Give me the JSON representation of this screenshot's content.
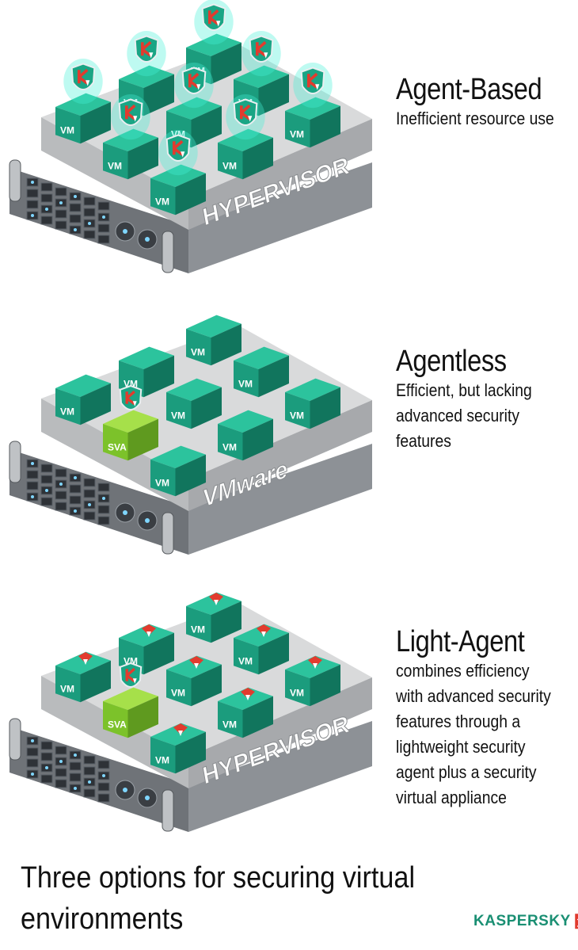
{
  "colors": {
    "vm_face": "#1b9c7d",
    "vm_top": "#2cc39d",
    "vm_side": "#11755d",
    "sva_face": "#7cc22a",
    "sva_top": "#a6e04a",
    "shield": "#1aa585",
    "shield_glow": "#46f2d6",
    "kaspersky_red": "#e23b2e",
    "platform_top": "#d9dadb",
    "chassis": "#8d9196",
    "brand": "#1a8f73"
  },
  "icons": {
    "shield": "kaspersky-shield-icon",
    "agent_badge": "kaspersky-agent-badge-icon",
    "led": "indicator-led-icon"
  },
  "panels": [
    {
      "platform_label": "HYPERVISOR",
      "vm_label": "VM",
      "sva_label": "",
      "title": "Agent-Based",
      "description_lines": [
        "Inefficient resource use"
      ]
    },
    {
      "platform_label": "VMware",
      "vm_label": "VM",
      "sva_label": "SVA",
      "title": "Agentless",
      "description_lines": [
        "Efficient, but lacking",
        "advanced security",
        "features"
      ]
    },
    {
      "platform_label": "HYPERVISOR",
      "vm_label": "VM",
      "sva_label": "SVA",
      "title": "Light-Agent",
      "description_lines": [
        "combines efficiency",
        "with advanced security",
        "features through a",
        "lightweight security",
        "agent plus a security",
        "virtual appliance"
      ]
    }
  ],
  "footer": {
    "title_lines": [
      "Three options for securing virtual",
      "environments"
    ],
    "brand": "KASPERSKY",
    "brand_suffix": "lab"
  }
}
